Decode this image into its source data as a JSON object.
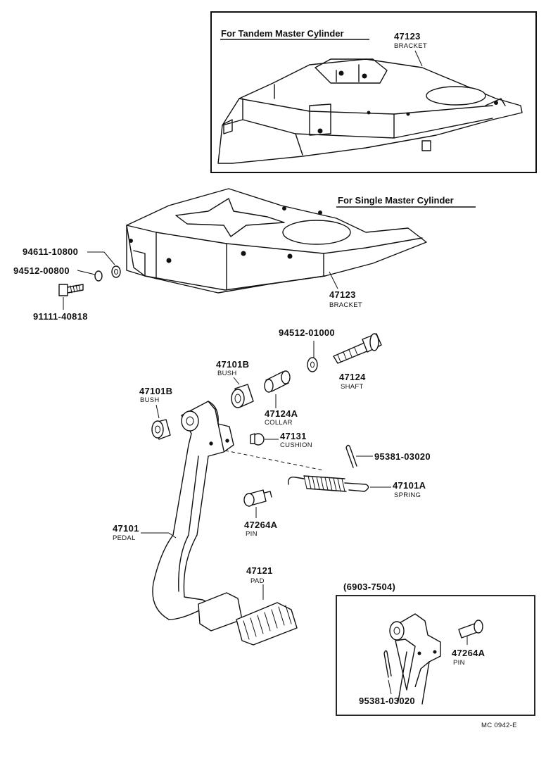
{
  "headings": {
    "tandem": "For Tandem Master Cylinder",
    "single": "For Single Master Cylinder",
    "inset": "(6903-7504)"
  },
  "code": "MC 0942-E",
  "parts": {
    "p47123_top": {
      "number": "47123",
      "name": "BRACKET"
    },
    "p47123_mid": {
      "number": "47123",
      "name": "BRACKET"
    },
    "p94611": {
      "number": "94611-10800"
    },
    "p94512_00800": {
      "number": "94512-00800"
    },
    "p91111": {
      "number": "91111-40818"
    },
    "p94512_01000": {
      "number": "94512-01000"
    },
    "p47124": {
      "number": "47124",
      "name": "SHAFT"
    },
    "p47101B_a": {
      "number": "47101B",
      "name": "BUSH"
    },
    "p47101B_b": {
      "number": "47101B",
      "name": "BUSH"
    },
    "p47124A": {
      "number": "47124A",
      "name": "COLLAR"
    },
    "p47131": {
      "number": "47131",
      "name": "CUSHION"
    },
    "p95381_a": {
      "number": "95381-03020"
    },
    "p47101A": {
      "number": "47101A",
      "name": "SPRING"
    },
    "p47101": {
      "number": "47101",
      "name": "PEDAL"
    },
    "p47264A_a": {
      "number": "47264A",
      "name": "PIN"
    },
    "p47121": {
      "number": "47121",
      "name": "PAD"
    },
    "p47264A_b": {
      "number": "47264A",
      "name": "PIN"
    },
    "p95381_b": {
      "number": "95381-03020"
    }
  }
}
